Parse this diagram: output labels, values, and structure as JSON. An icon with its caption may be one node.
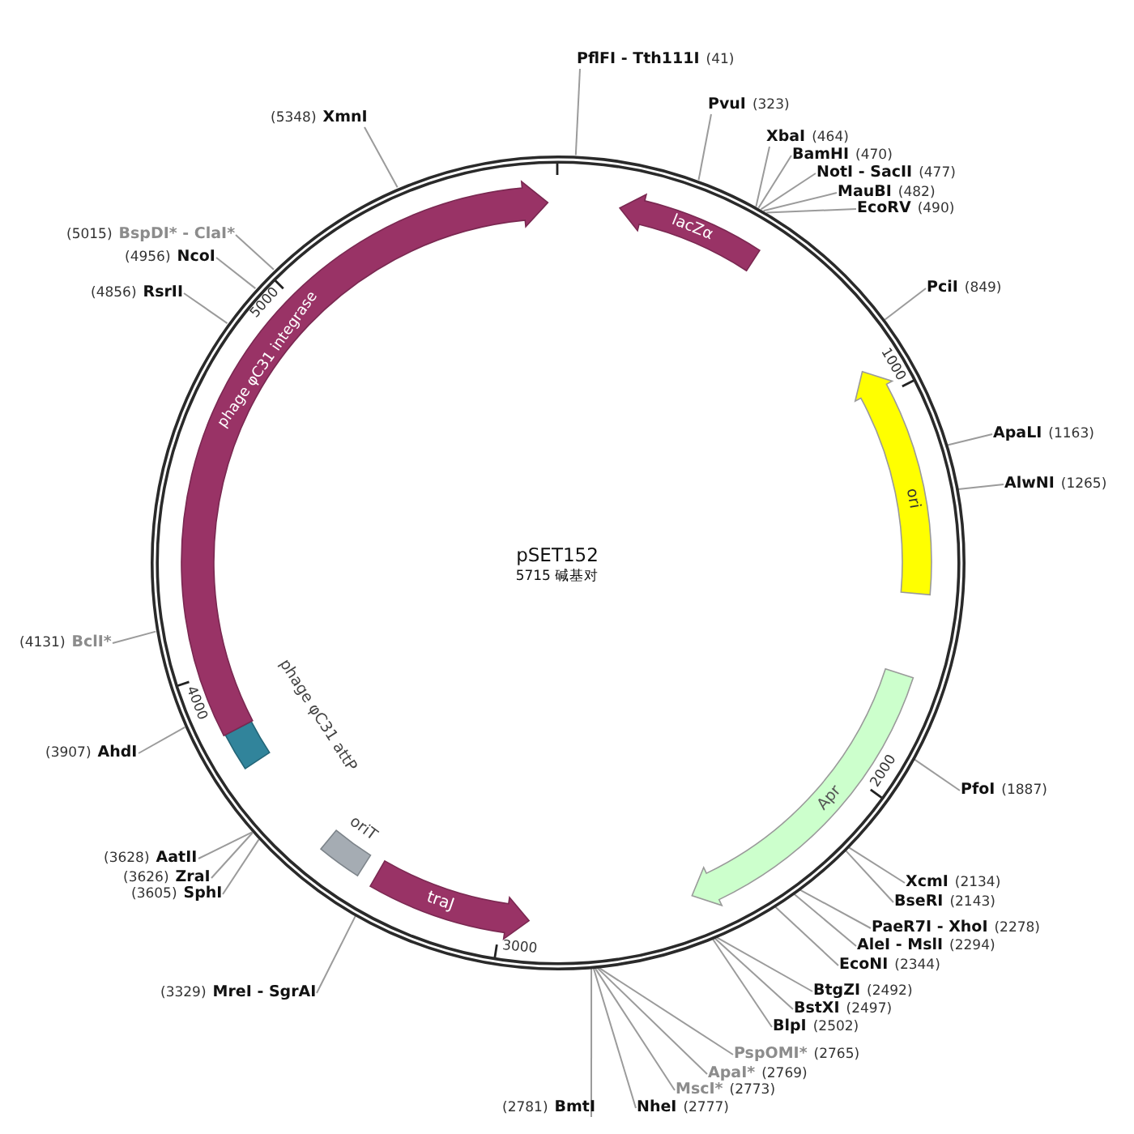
{
  "diagram": {
    "nodes": [
      {
        "text": [
          "pSET152",
          "5715 碱基对"
        ]
      },
      {
        "text": [
          "lacZα"
        ],
        "in": 0
      },
      {
        "text": [
          "ori"
        ],
        "in": 0
      },
      {
        "text": [
          "Apr"
        ],
        "in": 0
      },
      {
        "text": [
          "traJ"
        ],
        "in": 0
      },
      {
        "text": [
          "oriT"
        ],
        "in": 0
      },
      {
        "text": [
          "phage φC31 attP"
        ],
        "in": 0
      },
      {
        "text": [
          "phage φC31 integrase"
        ],
        "in": 0
      },
      {
        "text": [
          "PflFI - Tth111I",
          "(41)"
        ]
      },
      {
        "text": [
          "PvuI",
          "(323)"
        ]
      },
      {
        "text": [
          "XbaI",
          "(464)"
        ]
      },
      {
        "text": [
          "BamHI",
          "(470)"
        ]
      },
      {
        "text": [
          "NotI - SacII",
          "(477)"
        ]
      },
      {
        "text": [
          "MauBI",
          "(482)"
        ]
      },
      {
        "text": [
          "EcoRV",
          "(490)"
        ]
      },
      {
        "text": [
          "PciI",
          "(849)"
        ]
      },
      {
        "text": [
          "ApaLI",
          "(1163)"
        ]
      },
      {
        "text": [
          "AlwNI",
          "(1265)"
        ]
      },
      {
        "text": [
          "PfoI",
          "(1887)"
        ]
      },
      {
        "text": [
          "XcmI",
          "(2134)"
        ]
      },
      {
        "text": [
          "BseRI",
          "(2143)"
        ]
      },
      {
        "text": [
          "PaeR7I - XhoI",
          "(2278)"
        ]
      },
      {
        "text": [
          "AleI - MslI",
          "(2294)"
        ]
      },
      {
        "text": [
          "EcoNI",
          "(2344)"
        ]
      },
      {
        "text": [
          "BtgZI",
          "(2492)"
        ]
      },
      {
        "text": [
          "BstXI",
          "(2497)"
        ]
      },
      {
        "text": [
          "BlpI",
          "(2502)"
        ]
      },
      {
        "text": [
          "PspOMI*",
          "(2765)"
        ]
      },
      {
        "text": [
          "ApaI*",
          "(2769)"
        ]
      },
      {
        "text": [
          "MscI*",
          "(2773)"
        ]
      },
      {
        "text": [
          "NheI",
          "(2777)"
        ]
      },
      {
        "text": [
          "(2781)",
          "BmtI"
        ]
      },
      {
        "text": [
          "(3329)",
          "MreI - SgrAI"
        ]
      },
      {
        "text": [
          "(3605)",
          "SphI"
        ]
      },
      {
        "text": [
          "(3626)",
          "ZraI"
        ]
      },
      {
        "text": [
          "(3628)",
          "AatII"
        ]
      },
      {
        "text": [
          "(3907)",
          "AhdI"
        ]
      },
      {
        "text": [
          "(4131)",
          "BclI*"
        ]
      },
      {
        "text": [
          "(4856)",
          "RsrII"
        ]
      },
      {
        "text": [
          "(4956)",
          "NcoI"
        ]
      },
      {
        "text": [
          "(5015)",
          "BspDI* - ClaI*"
        ]
      },
      {
        "text": [
          "(5348)",
          "XmnI"
        ]
      }
    ],
    "edges": [
      {
        "from": 8,
        "to": 0,
        "arrow": "none"
      },
      {
        "from": 9,
        "to": 0,
        "arrow": "none"
      },
      {
        "from": 10,
        "to": 0,
        "arrow": "none"
      },
      {
        "from": 11,
        "to": 0,
        "arrow": "none"
      },
      {
        "from": 12,
        "to": 0,
        "arrow": "none"
      },
      {
        "from": 13,
        "to": 0,
        "arrow": "none"
      },
      {
        "from": 14,
        "to": 0,
        "arrow": "none"
      },
      {
        "from": 15,
        "to": 0,
        "arrow": "none"
      },
      {
        "from": 16,
        "to": 0,
        "arrow": "none"
      },
      {
        "from": 17,
        "to": 0,
        "arrow": "none"
      },
      {
        "from": 18,
        "to": 0,
        "arrow": "none"
      },
      {
        "from": 19,
        "to": 0,
        "arrow": "none"
      },
      {
        "from": 20,
        "to": 0,
        "arrow": "none"
      },
      {
        "from": 21,
        "to": 0,
        "arrow": "none"
      },
      {
        "from": 22,
        "to": 0,
        "arrow": "none"
      },
      {
        "from": 23,
        "to": 0,
        "arrow": "none"
      },
      {
        "from": 24,
        "to": 0,
        "arrow": "none"
      },
      {
        "from": 25,
        "to": 0,
        "arrow": "none"
      },
      {
        "from": 26,
        "to": 0,
        "arrow": "none"
      },
      {
        "from": 27,
        "to": 0,
        "arrow": "none"
      },
      {
        "from": 28,
        "to": 0,
        "arrow": "none"
      },
      {
        "from": 29,
        "to": 0,
        "arrow": "none"
      },
      {
        "from": 30,
        "to": 0,
        "arrow": "none"
      },
      {
        "from": 31,
        "to": 0,
        "arrow": "none"
      },
      {
        "from": 32,
        "to": 0,
        "arrow": "none"
      },
      {
        "from": 33,
        "to": 0,
        "arrow": "none"
      },
      {
        "from": 34,
        "to": 0,
        "arrow": "none"
      },
      {
        "from": 35,
        "to": 0,
        "arrow": "none"
      },
      {
        "from": 36,
        "to": 0,
        "arrow": "none"
      },
      {
        "from": 37,
        "to": 0,
        "arrow": "none"
      },
      {
        "from": 38,
        "to": 0,
        "arrow": "none"
      },
      {
        "from": 39,
        "to": 0,
        "arrow": "none"
      },
      {
        "from": 40,
        "to": 0,
        "arrow": "none"
      },
      {
        "from": 41,
        "to": 0,
        "arrow": "none"
      }
    ],
    "labels": [
      "1000",
      "2000",
      "3000",
      "4000",
      "5000"
    ]
  }
}
